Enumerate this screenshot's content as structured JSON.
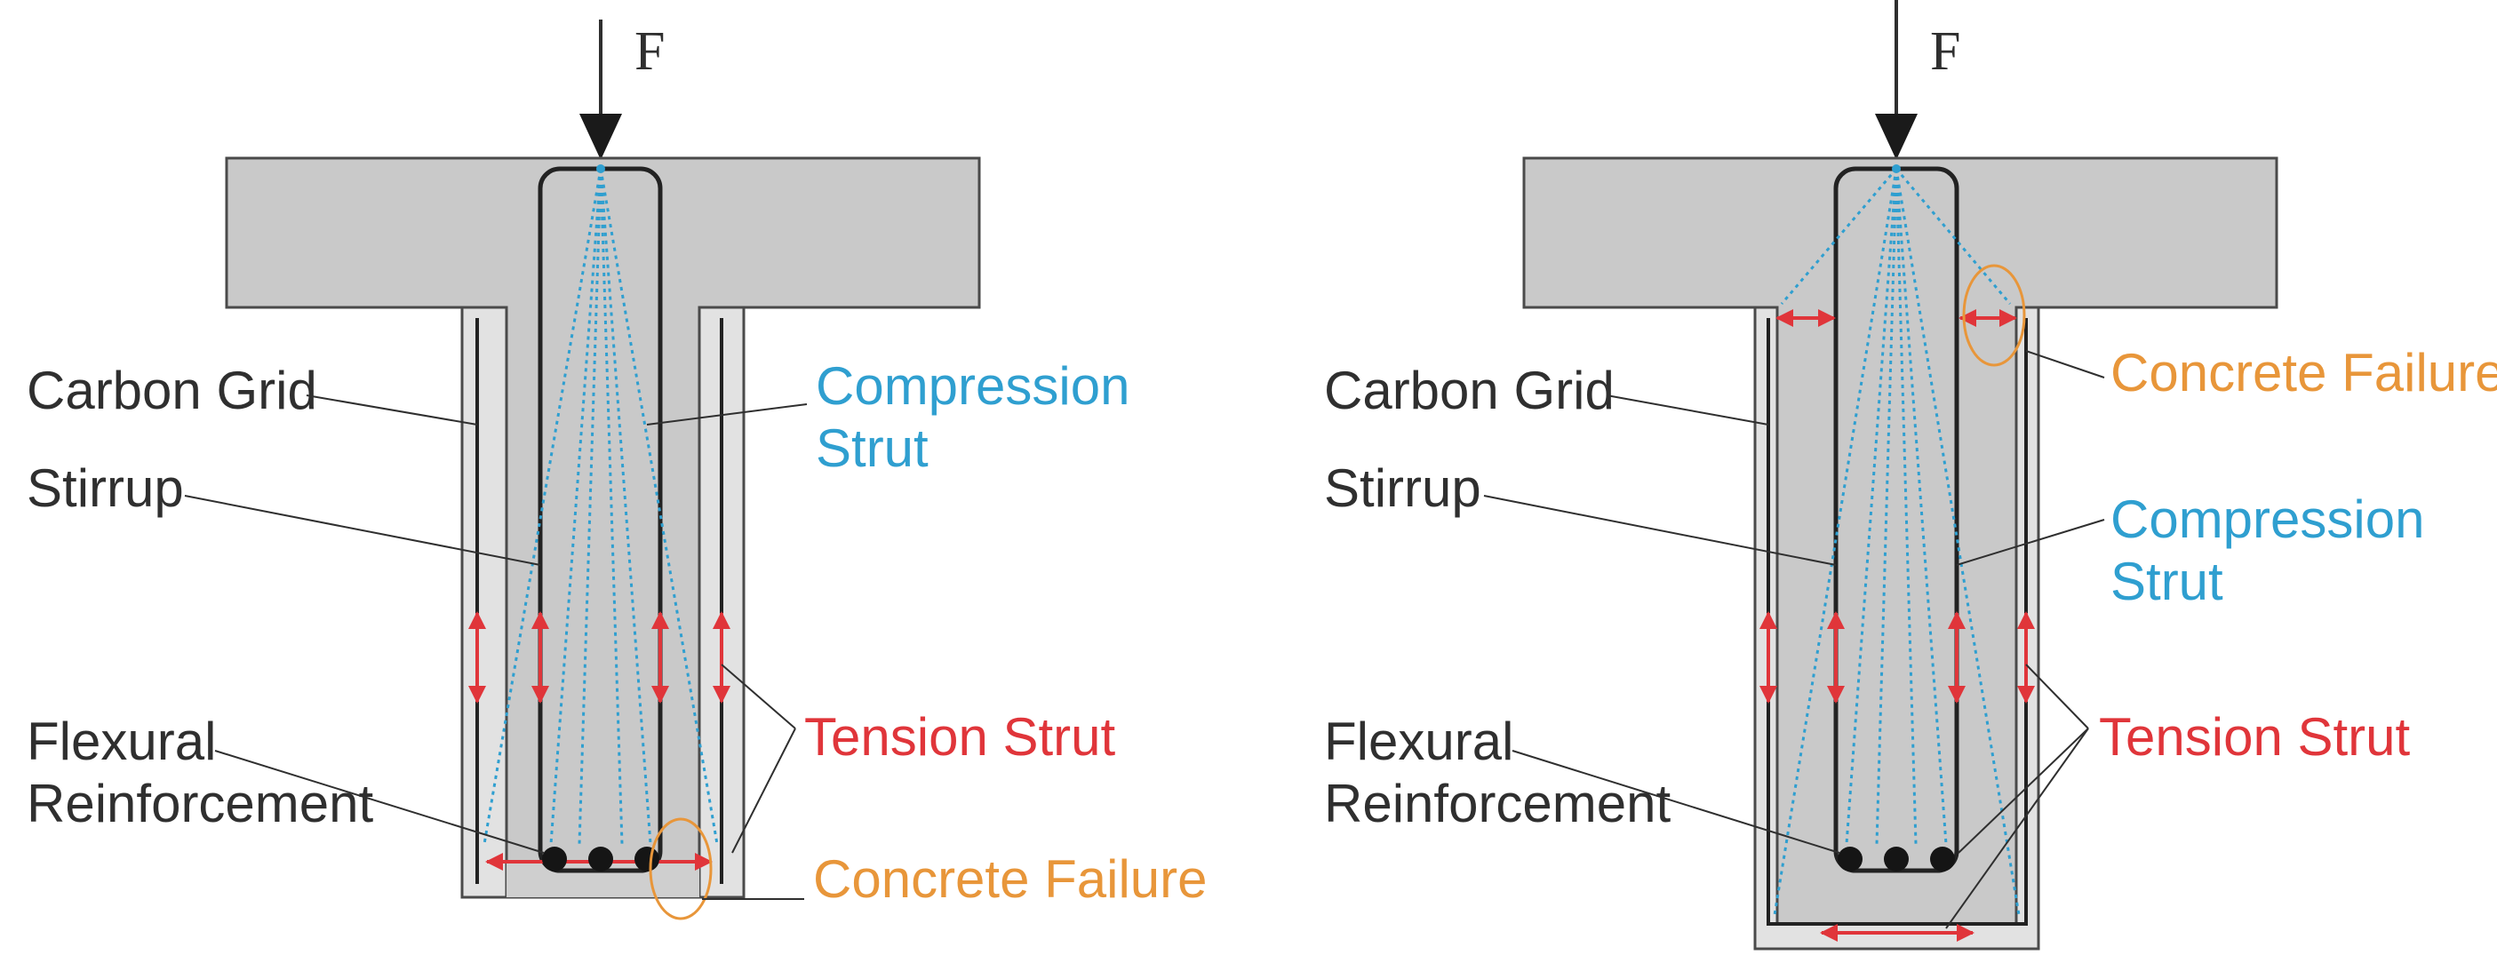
{
  "force_label": "F",
  "colors": {
    "label_black": "#2f2f2f",
    "compression": "#2f9fd0",
    "tension": "#e0353a",
    "failure": "#e8963a",
    "concrete": "#c9c9c9",
    "concrete_light": "#e2e2e2"
  },
  "left": {
    "carbon_grid": "Carbon Grid",
    "compression_line1": "Compression",
    "compression_line2": "Strut",
    "stirrup": "Stirrup",
    "flexural_line1": "Flexural",
    "flexural_line2": "Reinforcement",
    "tension_strut": "Tension Strut",
    "concrete_failure": "Concrete Failure"
  },
  "right": {
    "carbon_grid": "Carbon Grid",
    "concrete_failure": "Concrete Failure",
    "stirrup": "Stirrup",
    "compression_line1": "Compression",
    "compression_line2": "Strut",
    "flexural_line1": "Flexural",
    "flexural_line2": "Reinforcement",
    "tension_strut": "Tension Strut"
  }
}
